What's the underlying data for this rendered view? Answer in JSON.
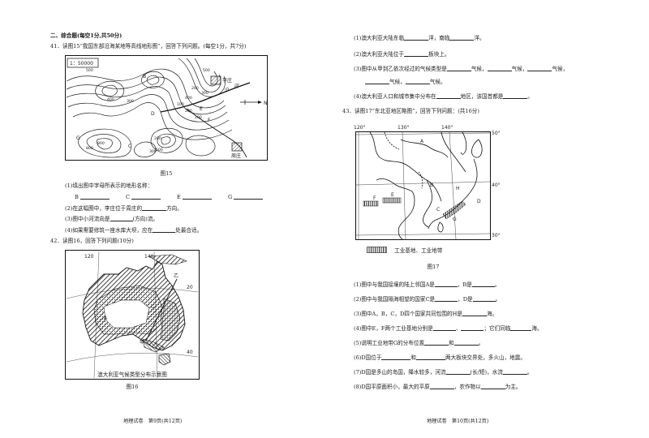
{
  "left": {
    "section_title": "二、综合题(每空1分,共50分)",
    "q41": {
      "stem": "41．读图15“我国东部沿海某地等高线地形图”，回答下列问题。(每空1分，共7分)",
      "map": {
        "scale": "1：50000",
        "labels": {
          "c500a": "500",
          "c400a": "400",
          "c300a": "300",
          "c200a": "200",
          "c100a": "100",
          "c500b": "500",
          "c400b": "400",
          "c300b": "300",
          "c200b": "200",
          "c100b": "100",
          "c200c": "200",
          "c300c": "300",
          "c500c": "500",
          "c800a": "800",
          "c800b": "800",
          "letter_b": "B",
          "letter_c": "C",
          "letter_d": "D",
          "letter_e": "E",
          "letter_f": "F",
          "letter_g": "G",
          "town_li": "李庄",
          "town_zhou": "周庄",
          "river_1": "小",
          "river_2": "河",
          "north": "N"
        }
      },
      "caption": "图15",
      "q1": "(1)填出图中字母所表示的地形名称：",
      "opts": [
        "B",
        "C",
        "E",
        "G"
      ],
      "q2a": "(2)在这幅图中，李庄位于周庄的",
      "q2b": "方向。",
      "q3a": "(3)图中小河流向是",
      "q3b": "(方向)流。",
      "q4a": "(4)如果需要修筑一座水库大坝，应在",
      "q4b": "处最合适。"
    },
    "q42": {
      "stem": "42．读图16，回答下列问题(10分)",
      "map": {
        "labels": {
          "lon120": "120",
          "lon140": "140",
          "lat20": "20",
          "lat40": "40",
          "letter_a": "A",
          "letter_c": "C",
          "letter_yi": "乙",
          "letter_jia": "甲"
        }
      },
      "map_title": "澳大利亚气候类型分布示意图",
      "caption": "图16"
    },
    "footer": "地理试卷　第9页(共12页)"
  },
  "right": {
    "q42_cont": {
      "q1a": "(1)澳大利亚大陆东临",
      "q1b": "洋，南临",
      "q1c": "洋。",
      "q2a": "(2)澳大利亚大陆位于",
      "q2b": "板块上。",
      "q3a": "(3)图中从甲到乙依次经过的气候类型是",
      "q3b": "气候，",
      "q3c": "气候，",
      "q3d": "气候，",
      "q3e": "气候，",
      "q3f": "气候。",
      "q4a": "(4)澳大利亚人口和城市集中分布在",
      "q4b": "地区，该国首都是",
      "q4c": "。"
    },
    "q43": {
      "stem": "43．读图17“东北亚地区略图”，回答下列问题：(共16分)",
      "map": {
        "labels": {
          "lon120": "120°",
          "lon130": "130°",
          "lon140": "140°",
          "lat50": "50°",
          "lat40": "40°",
          "lat30": "30°",
          "letter_a": "A",
          "letter_b": "B",
          "letter_c": "C",
          "letter_d": "D",
          "letter_e": "E",
          "letter_f": "F",
          "letter_g": "G",
          "letter_h": "H"
        }
      },
      "legend": "工业基地、工业地带",
      "caption": "图17",
      "q1a": "(1)图中与我国接壤的陆上邻国A是",
      "q1b": "，B是",
      "q1c": "。",
      "q2a": "(2)图中与我国隔海相望的国家C是",
      "q2b": "，D是",
      "q2c": "。",
      "q3a": "(3)图中A，B，C，D四个国家共同包围的H是",
      "q3b": "海。",
      "q4a": "(4)图中E，F两个工业基地分别是",
      "q4b": "、",
      "q4c": "；它们同临",
      "q4d": "海。",
      "q5a": "(5)说明工业地带G的分布位置",
      "q5b": "和",
      "q5c": "。",
      "q6a": "(6)D国位于",
      "q6b": "和",
      "q6c": "两大板块交界处，多火山，地震。",
      "q7a": "(7)D国是多山的岛国，降水较多，河流",
      "q7b": "(长/短)，水流",
      "q7c": "。",
      "q8a": "(8)D国平原面积小，最大的平原",
      "q8b": "，农作物以",
      "q8c": "为主。"
    },
    "footer": "地理试卷　第10页(共12页)"
  }
}
